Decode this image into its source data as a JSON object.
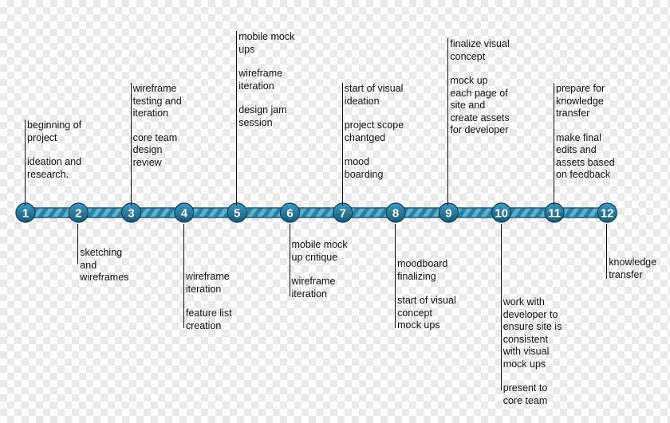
{
  "milestones": [
    {
      "number": "1",
      "side": "above",
      "items": [
        "beginning of project",
        "ideation and research."
      ]
    },
    {
      "number": "2",
      "side": "below",
      "items": [
        "sketching and wireframes"
      ]
    },
    {
      "number": "3",
      "side": "above",
      "items": [
        "wireframe testing and iteration",
        "core team design review"
      ]
    },
    {
      "number": "4",
      "side": "below",
      "items": [
        "wireframe iteration",
        "feature list creation"
      ]
    },
    {
      "number": "5",
      "side": "above",
      "items": [
        "mobile mock ups",
        "wireframe iteration",
        "design jam session"
      ]
    },
    {
      "number": "6",
      "side": "below",
      "items": [
        "mobile mock up critique",
        "wireframe iteration"
      ]
    },
    {
      "number": "7",
      "side": "above",
      "items": [
        "start of visual ideation",
        "project scope chantged",
        "mood boarding"
      ]
    },
    {
      "number": "8",
      "side": "below",
      "items": [
        "moodboard finalizing",
        "start of visual concept mock ups"
      ]
    },
    {
      "number": "9",
      "side": "above",
      "items": [
        "finalize visual concept",
        "mock up each page of site and create assets for developer"
      ]
    },
    {
      "number": "10",
      "side": "below",
      "items": [
        "work with developer to ensure site is consistent with visual mock ups",
        "present to core team"
      ]
    },
    {
      "number": "11",
      "side": "above",
      "items": [
        "prepare for knowledge transfer",
        "make final edits and assets based on feedback"
      ]
    },
    {
      "number": "12",
      "side": "below",
      "items": [
        "knowledge transfer"
      ]
    }
  ],
  "colors": {
    "bar_dark": "#1d5f7d",
    "bar_light": "#5eb0cf",
    "node_fill": "#1f6d8e",
    "node_edge": "#0f3f55",
    "text": "#111111"
  }
}
